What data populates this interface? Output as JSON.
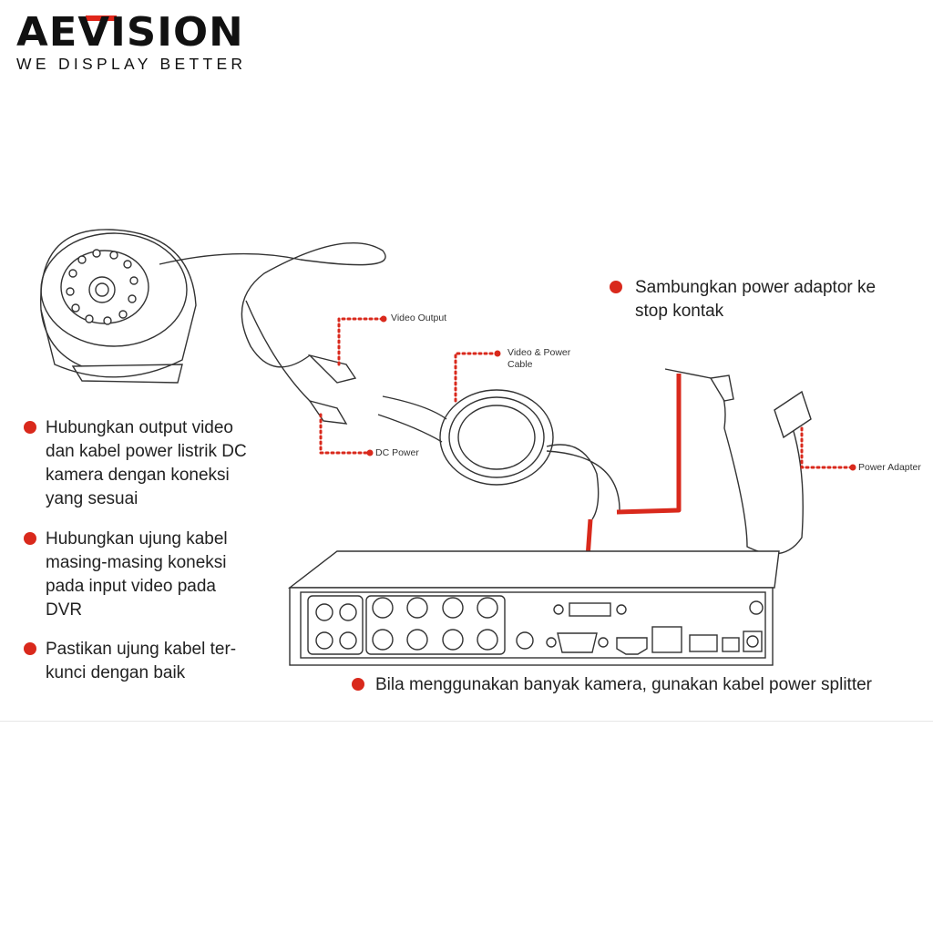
{
  "logo": {
    "brand": "AEVISION",
    "tagline": "WE DISPLAY BETTER"
  },
  "notes_left": [
    {
      "lines": [
        "Hubungkan output video",
        "dan kabel power listrik DC",
        "kamera dengan koneksi",
        "yang sesuai"
      ]
    },
    {
      "lines": [
        "Hubungkan ujung kabel",
        "masing-masing koneksi",
        "pada input video pada",
        "DVR"
      ]
    },
    {
      "lines": [
        "Pastikan ujung kabel ter-",
        "kunci dengan baik"
      ]
    }
  ],
  "note_top_right": {
    "lines": [
      "Sambungkan power adaptor ke",
      "stop kontak"
    ]
  },
  "note_bottom": "Bila menggunakan banyak kamera, gunakan kabel power splitter",
  "labels": {
    "video_output": "Video Output",
    "video_power_cable": [
      "Video & Power",
      "Cable"
    ],
    "dc_power": "DC Power",
    "power_adapter": "Power Adapter"
  },
  "colors": {
    "accent": "#d9291c",
    "line": "#333333"
  }
}
